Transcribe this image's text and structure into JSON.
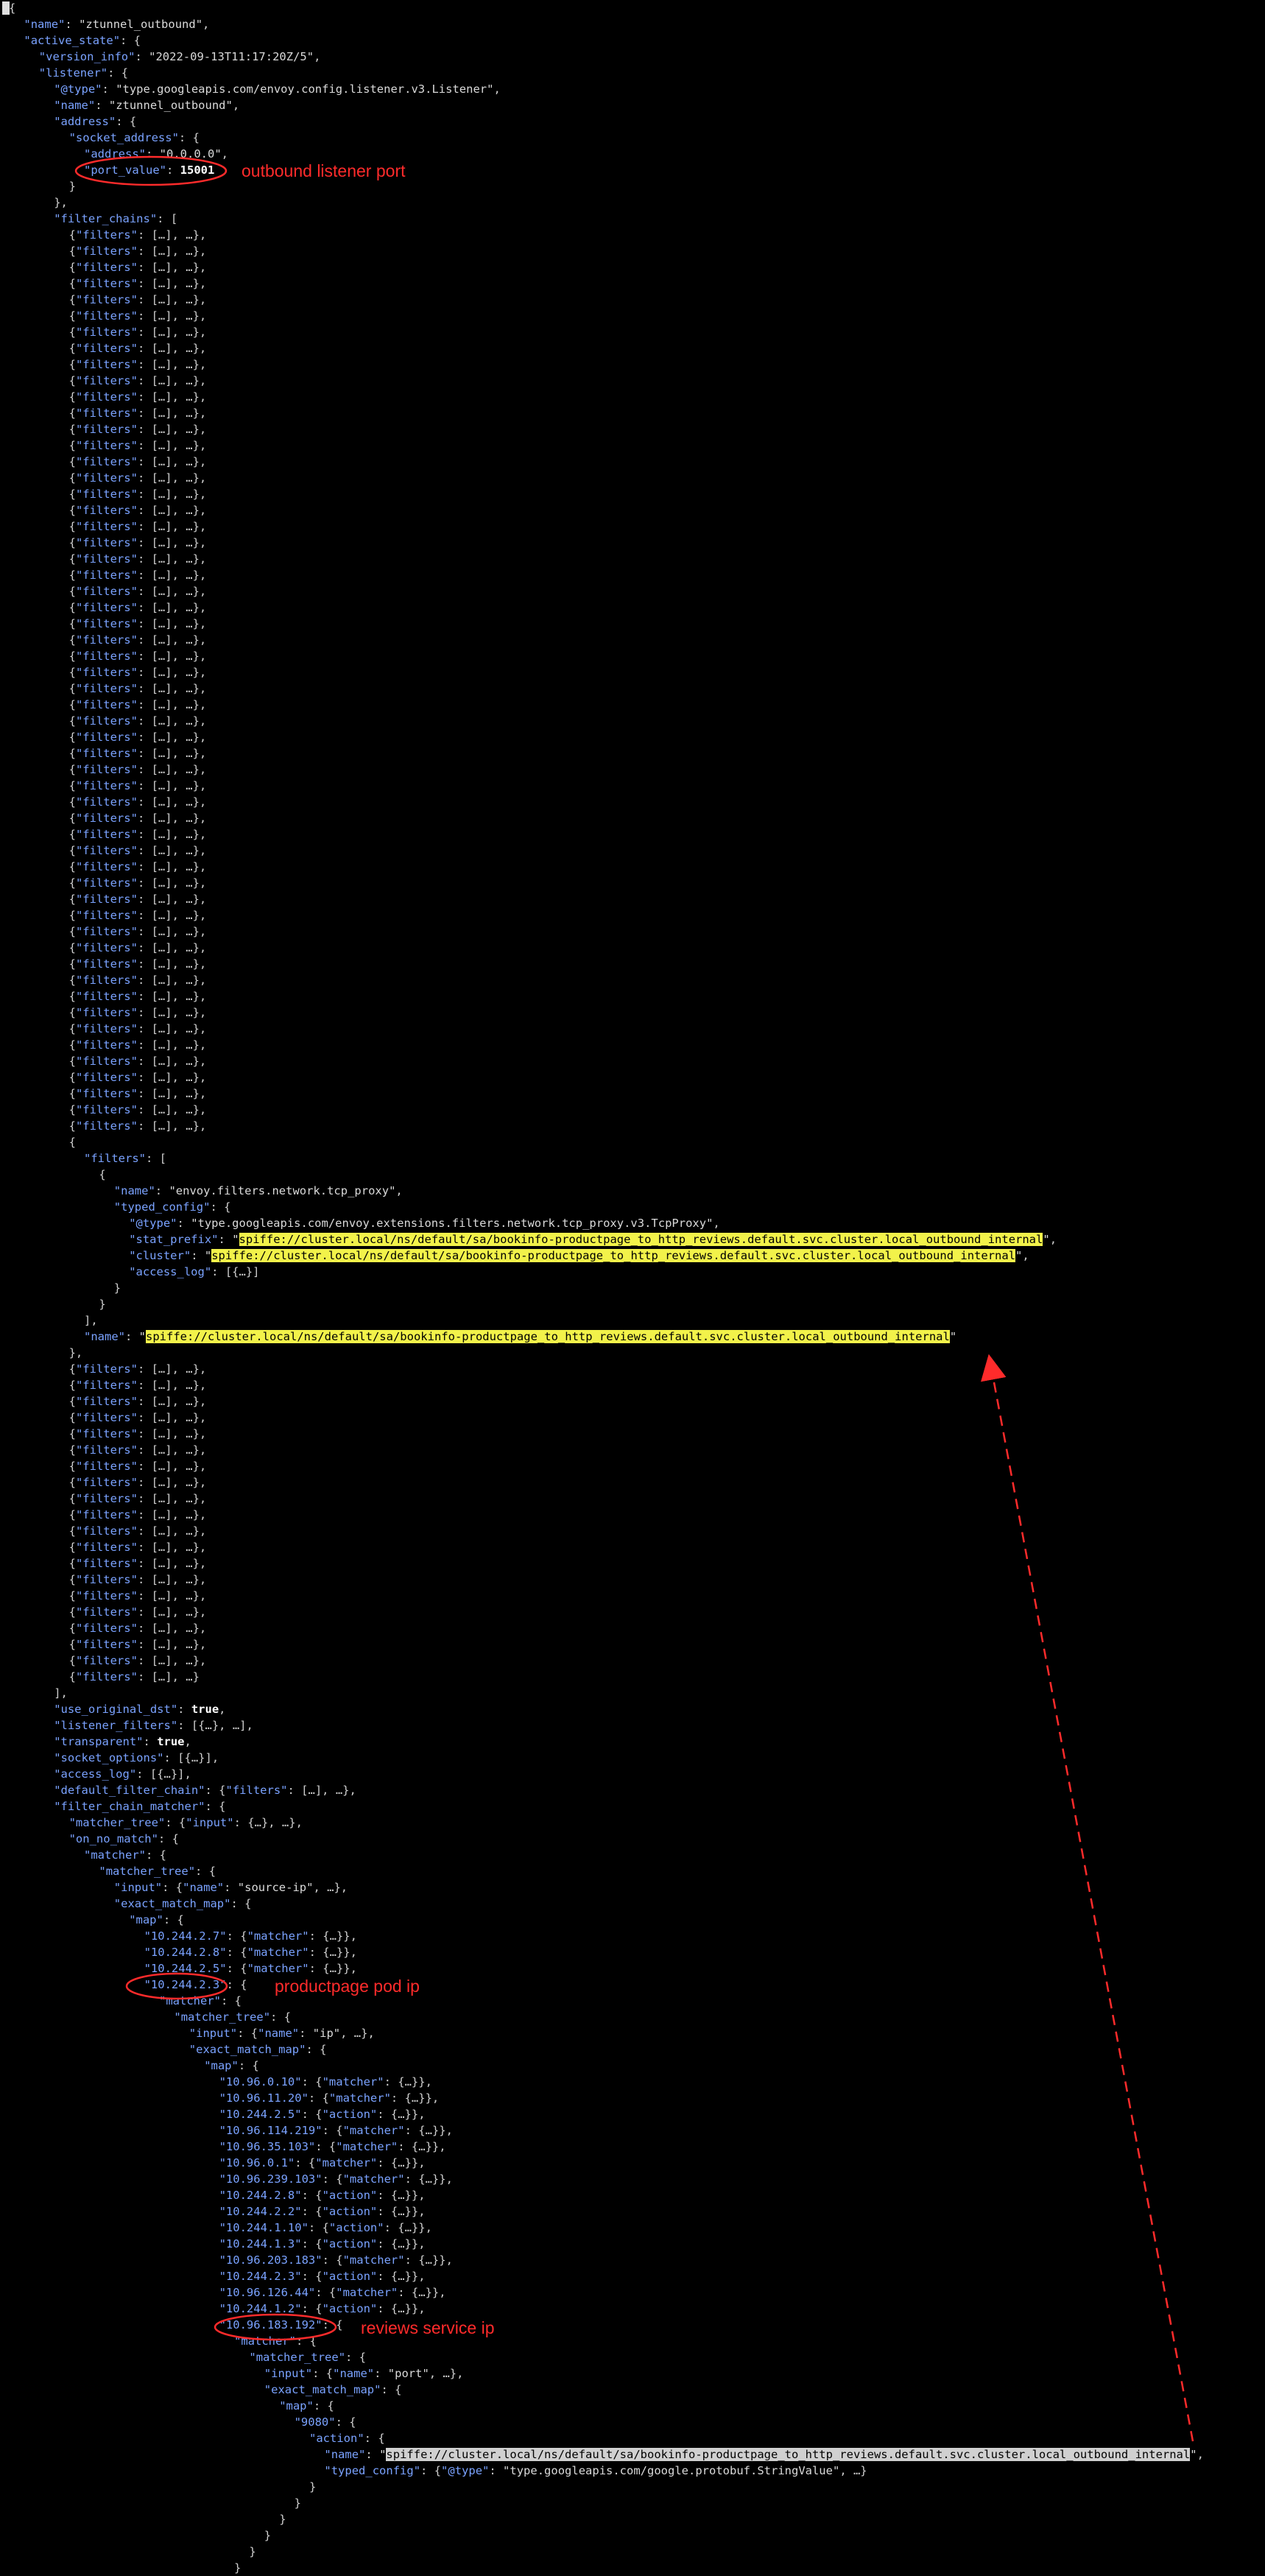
{
  "lines": [
    {
      "indent": 0,
      "parts": [
        [
          "p",
          "{"
        ]
      ]
    },
    {
      "indent": 1,
      "parts": [
        [
          "k",
          "\"name\""
        ],
        [
          "p",
          ": "
        ],
        [
          "s",
          "\"ztunnel_outbound\""
        ],
        [
          "p",
          ","
        ]
      ]
    },
    {
      "indent": 1,
      "parts": [
        [
          "k",
          "\"active_state\""
        ],
        [
          "p",
          ": {"
        ]
      ]
    },
    {
      "indent": 2,
      "parts": [
        [
          "k",
          "\"version_info\""
        ],
        [
          "p",
          ": "
        ],
        [
          "s",
          "\"2022-09-13T11:17:20Z/5\""
        ],
        [
          "p",
          ","
        ]
      ]
    },
    {
      "indent": 2,
      "parts": [
        [
          "k",
          "\"listener\""
        ],
        [
          "p",
          ": {"
        ]
      ]
    },
    {
      "indent": 3,
      "parts": [
        [
          "k",
          "\"@type\""
        ],
        [
          "p",
          ": "
        ],
        [
          "s",
          "\"type.googleapis.com/envoy.config.listener.v3.Listener\""
        ],
        [
          "p",
          ","
        ]
      ]
    },
    {
      "indent": 3,
      "parts": [
        [
          "k",
          "\"name\""
        ],
        [
          "p",
          ": "
        ],
        [
          "s",
          "\"ztunnel_outbound\""
        ],
        [
          "p",
          ","
        ]
      ]
    },
    {
      "indent": 3,
      "parts": [
        [
          "k",
          "\"address\""
        ],
        [
          "p",
          ": {"
        ]
      ]
    },
    {
      "indent": 4,
      "parts": [
        [
          "k",
          "\"socket_address\""
        ],
        [
          "p",
          ": {"
        ]
      ]
    },
    {
      "indent": 5,
      "parts": [
        [
          "k",
          "\"address\""
        ],
        [
          "p",
          ": "
        ],
        [
          "s",
          "\"0.0.0.0\""
        ],
        [
          "p",
          ","
        ]
      ]
    },
    {
      "indent": 5,
      "parts": [
        [
          "k",
          "\"port_value\""
        ],
        [
          "p",
          ": "
        ],
        [
          "n",
          "15001"
        ]
      ]
    },
    {
      "indent": 4,
      "parts": [
        [
          "p",
          "}"
        ]
      ]
    },
    {
      "indent": 3,
      "parts": [
        [
          "p",
          "},"
        ]
      ]
    },
    {
      "indent": 3,
      "parts": [
        [
          "k",
          "\"filter_chains\""
        ],
        [
          "p",
          ": ["
        ]
      ]
    },
    {
      "indent": 4,
      "repeat": 56,
      "parts": [
        [
          "p",
          "{"
        ],
        [
          "k",
          "\"filters\""
        ],
        [
          "p",
          ": […], …},"
        ]
      ]
    },
    {
      "indent": 4,
      "parts": [
        [
          "p",
          "{"
        ]
      ]
    },
    {
      "indent": 5,
      "parts": [
        [
          "k",
          "\"filters\""
        ],
        [
          "p",
          ": ["
        ]
      ]
    },
    {
      "indent": 6,
      "parts": [
        [
          "p",
          "{"
        ]
      ]
    },
    {
      "indent": 7,
      "parts": [
        [
          "k",
          "\"name\""
        ],
        [
          "p",
          ": "
        ],
        [
          "s",
          "\"envoy.filters.network.tcp_proxy\""
        ],
        [
          "p",
          ","
        ]
      ]
    },
    {
      "indent": 7,
      "parts": [
        [
          "k",
          "\"typed_config\""
        ],
        [
          "p",
          ": {"
        ]
      ]
    },
    {
      "indent": 8,
      "parts": [
        [
          "k",
          "\"@type\""
        ],
        [
          "p",
          ": "
        ],
        [
          "s",
          "\"type.googleapis.com/envoy.extensions.filters.network.tcp_proxy.v3.TcpProxy\""
        ],
        [
          "p",
          ","
        ]
      ]
    },
    {
      "indent": 8,
      "parts": [
        [
          "k",
          "\"stat_prefix\""
        ],
        [
          "p",
          ": "
        ],
        [
          "s",
          "\""
        ],
        [
          "hl",
          "spiffe://cluster.local/ns/default/sa/bookinfo-productpage_to_http_reviews.default.svc.cluster.local_outbound_internal"
        ],
        [
          "s",
          "\""
        ],
        [
          "p",
          ","
        ]
      ]
    },
    {
      "indent": 8,
      "parts": [
        [
          "k",
          "\"cluster\""
        ],
        [
          "p",
          ": "
        ],
        [
          "s",
          "\""
        ],
        [
          "hl",
          "spiffe://cluster.local/ns/default/sa/bookinfo-productpage_to_http_reviews.default.svc.cluster.local_outbound_internal"
        ],
        [
          "s",
          "\""
        ],
        [
          "p",
          ","
        ]
      ]
    },
    {
      "indent": 8,
      "parts": [
        [
          "k",
          "\"access_log\""
        ],
        [
          "p",
          ": [{…}]"
        ]
      ]
    },
    {
      "indent": 7,
      "parts": [
        [
          "p",
          "}"
        ]
      ]
    },
    {
      "indent": 6,
      "parts": [
        [
          "p",
          "}"
        ]
      ]
    },
    {
      "indent": 5,
      "parts": [
        [
          "p",
          "],"
        ]
      ]
    },
    {
      "indent": 5,
      "parts": [
        [
          "k",
          "\"name\""
        ],
        [
          "p",
          ": "
        ],
        [
          "s",
          "\""
        ],
        [
          "hl",
          "spiffe://cluster.local/ns/default/sa/bookinfo-productpage_to_http_reviews.default.svc.cluster.local_outbound_internal"
        ],
        [
          "s",
          "\""
        ]
      ]
    },
    {
      "indent": 4,
      "parts": [
        [
          "p",
          "},"
        ]
      ]
    },
    {
      "indent": 4,
      "repeat": 19,
      "parts": [
        [
          "p",
          "{"
        ],
        [
          "k",
          "\"filters\""
        ],
        [
          "p",
          ": […], …},"
        ]
      ]
    },
    {
      "indent": 4,
      "parts": [
        [
          "p",
          "{"
        ],
        [
          "k",
          "\"filters\""
        ],
        [
          "p",
          ": […], …}"
        ]
      ]
    },
    {
      "indent": 3,
      "parts": [
        [
          "p",
          "],"
        ]
      ]
    },
    {
      "indent": 3,
      "parts": [
        [
          "k",
          "\"use_original_dst\""
        ],
        [
          "p",
          ": "
        ],
        [
          "b",
          "true"
        ],
        [
          "p",
          ","
        ]
      ]
    },
    {
      "indent": 3,
      "parts": [
        [
          "k",
          "\"listener_filters\""
        ],
        [
          "p",
          ": [{…}, …],"
        ]
      ]
    },
    {
      "indent": 3,
      "parts": [
        [
          "k",
          "\"transparent\""
        ],
        [
          "p",
          ": "
        ],
        [
          "b",
          "true"
        ],
        [
          "p",
          ","
        ]
      ]
    },
    {
      "indent": 3,
      "parts": [
        [
          "k",
          "\"socket_options\""
        ],
        [
          "p",
          ": [{…}],"
        ]
      ]
    },
    {
      "indent": 3,
      "parts": [
        [
          "k",
          "\"access_log\""
        ],
        [
          "p",
          ": [{…}],"
        ]
      ]
    },
    {
      "indent": 3,
      "parts": [
        [
          "k",
          "\"default_filter_chain\""
        ],
        [
          "p",
          ": {"
        ],
        [
          "k",
          "\"filters\""
        ],
        [
          "p",
          ": […], …},"
        ]
      ]
    },
    {
      "indent": 3,
      "parts": [
        [
          "k",
          "\"filter_chain_matcher\""
        ],
        [
          "p",
          ": {"
        ]
      ]
    },
    {
      "indent": 4,
      "parts": [
        [
          "k",
          "\"matcher_tree\""
        ],
        [
          "p",
          ": {"
        ],
        [
          "k",
          "\"input\""
        ],
        [
          "p",
          ": {…}, …},"
        ]
      ]
    },
    {
      "indent": 4,
      "parts": [
        [
          "k",
          "\"on_no_match\""
        ],
        [
          "p",
          ": {"
        ]
      ]
    },
    {
      "indent": 5,
      "parts": [
        [
          "k",
          "\"matcher\""
        ],
        [
          "p",
          ": {"
        ]
      ]
    },
    {
      "indent": 6,
      "parts": [
        [
          "k",
          "\"matcher_tree\""
        ],
        [
          "p",
          ": {"
        ]
      ]
    },
    {
      "indent": 7,
      "parts": [
        [
          "k",
          "\"input\""
        ],
        [
          "p",
          ": {"
        ],
        [
          "k",
          "\"name\""
        ],
        [
          "p",
          ": "
        ],
        [
          "s",
          "\"source-ip\""
        ],
        [
          "p",
          ", …},"
        ]
      ]
    },
    {
      "indent": 7,
      "parts": [
        [
          "k",
          "\"exact_match_map\""
        ],
        [
          "p",
          ": {"
        ]
      ]
    },
    {
      "indent": 8,
      "parts": [
        [
          "k",
          "\"map\""
        ],
        [
          "p",
          ": {"
        ]
      ]
    },
    {
      "indent": 9,
      "parts": [
        [
          "k",
          "\"10.244.2.7\""
        ],
        [
          "p",
          ": {"
        ],
        [
          "k",
          "\"matcher\""
        ],
        [
          "p",
          ": {…}},"
        ]
      ]
    },
    {
      "indent": 9,
      "parts": [
        [
          "k",
          "\"10.244.2.8\""
        ],
        [
          "p",
          ": {"
        ],
        [
          "k",
          "\"matcher\""
        ],
        [
          "p",
          ": {…}},"
        ]
      ]
    },
    {
      "indent": 9,
      "parts": [
        [
          "k",
          "\"10.244.2.5\""
        ],
        [
          "p",
          ": {"
        ],
        [
          "k",
          "\"matcher\""
        ],
        [
          "p",
          ": {…}},"
        ]
      ]
    },
    {
      "indent": 9,
      "parts": [
        [
          "k",
          "\"10.244.2.3\""
        ],
        [
          "p",
          ": {"
        ]
      ]
    },
    {
      "indent": 10,
      "parts": [
        [
          "k",
          "\"matcher\""
        ],
        [
          "p",
          ": {"
        ]
      ]
    },
    {
      "indent": 11,
      "parts": [
        [
          "k",
          "\"matcher_tree\""
        ],
        [
          "p",
          ": {"
        ]
      ]
    },
    {
      "indent": 12,
      "parts": [
        [
          "k",
          "\"input\""
        ],
        [
          "p",
          ": {"
        ],
        [
          "k",
          "\"name\""
        ],
        [
          "p",
          ": "
        ],
        [
          "s",
          "\"ip\""
        ],
        [
          "p",
          ", …},"
        ]
      ]
    },
    {
      "indent": 12,
      "parts": [
        [
          "k",
          "\"exact_match_map\""
        ],
        [
          "p",
          ": {"
        ]
      ]
    },
    {
      "indent": 13,
      "parts": [
        [
          "k",
          "\"map\""
        ],
        [
          "p",
          ": {"
        ]
      ]
    },
    {
      "indent": 14,
      "parts": [
        [
          "k",
          "\"10.96.0.10\""
        ],
        [
          "p",
          ": {"
        ],
        [
          "k",
          "\"matcher\""
        ],
        [
          "p",
          ": {…}},"
        ]
      ]
    },
    {
      "indent": 14,
      "parts": [
        [
          "k",
          "\"10.96.11.20\""
        ],
        [
          "p",
          ": {"
        ],
        [
          "k",
          "\"matcher\""
        ],
        [
          "p",
          ": {…}},"
        ]
      ]
    },
    {
      "indent": 14,
      "parts": [
        [
          "k",
          "\"10.244.2.5\""
        ],
        [
          "p",
          ": {"
        ],
        [
          "k",
          "\"action\""
        ],
        [
          "p",
          ": {…}},"
        ]
      ]
    },
    {
      "indent": 14,
      "parts": [
        [
          "k",
          "\"10.96.114.219\""
        ],
        [
          "p",
          ": {"
        ],
        [
          "k",
          "\"matcher\""
        ],
        [
          "p",
          ": {…}},"
        ]
      ]
    },
    {
      "indent": 14,
      "parts": [
        [
          "k",
          "\"10.96.35.103\""
        ],
        [
          "p",
          ": {"
        ],
        [
          "k",
          "\"matcher\""
        ],
        [
          "p",
          ": {…}},"
        ]
      ]
    },
    {
      "indent": 14,
      "parts": [
        [
          "k",
          "\"10.96.0.1\""
        ],
        [
          "p",
          ": {"
        ],
        [
          "k",
          "\"matcher\""
        ],
        [
          "p",
          ": {…}},"
        ]
      ]
    },
    {
      "indent": 14,
      "parts": [
        [
          "k",
          "\"10.96.239.103\""
        ],
        [
          "p",
          ": {"
        ],
        [
          "k",
          "\"matcher\""
        ],
        [
          "p",
          ": {…}},"
        ]
      ]
    },
    {
      "indent": 14,
      "parts": [
        [
          "k",
          "\"10.244.2.8\""
        ],
        [
          "p",
          ": {"
        ],
        [
          "k",
          "\"action\""
        ],
        [
          "p",
          ": {…}},"
        ]
      ]
    },
    {
      "indent": 14,
      "parts": [
        [
          "k",
          "\"10.244.2.2\""
        ],
        [
          "p",
          ": {"
        ],
        [
          "k",
          "\"action\""
        ],
        [
          "p",
          ": {…}},"
        ]
      ]
    },
    {
      "indent": 14,
      "parts": [
        [
          "k",
          "\"10.244.1.10\""
        ],
        [
          "p",
          ": {"
        ],
        [
          "k",
          "\"action\""
        ],
        [
          "p",
          ": {…}},"
        ]
      ]
    },
    {
      "indent": 14,
      "parts": [
        [
          "k",
          "\"10.244.1.3\""
        ],
        [
          "p",
          ": {"
        ],
        [
          "k",
          "\"action\""
        ],
        [
          "p",
          ": {…}},"
        ]
      ]
    },
    {
      "indent": 14,
      "parts": [
        [
          "k",
          "\"10.96.203.183\""
        ],
        [
          "p",
          ": {"
        ],
        [
          "k",
          "\"matcher\""
        ],
        [
          "p",
          ": {…}},"
        ]
      ]
    },
    {
      "indent": 14,
      "parts": [
        [
          "k",
          "\"10.244.2.3\""
        ],
        [
          "p",
          ": {"
        ],
        [
          "k",
          "\"action\""
        ],
        [
          "p",
          ": {…}},"
        ]
      ]
    },
    {
      "indent": 14,
      "parts": [
        [
          "k",
          "\"10.96.126.44\""
        ],
        [
          "p",
          ": {"
        ],
        [
          "k",
          "\"matcher\""
        ],
        [
          "p",
          ": {…}},"
        ]
      ]
    },
    {
      "indent": 14,
      "parts": [
        [
          "k",
          "\"10.244.1.2\""
        ],
        [
          "p",
          ": {"
        ],
        [
          "k",
          "\"action\""
        ],
        [
          "p",
          ": {…}},"
        ]
      ]
    },
    {
      "indent": 14,
      "parts": [
        [
          "k",
          "\"10.96.183.192\""
        ],
        [
          "p",
          ": {"
        ]
      ]
    },
    {
      "indent": 15,
      "parts": [
        [
          "k",
          "\"matcher\""
        ],
        [
          "p",
          ": {"
        ]
      ]
    },
    {
      "indent": 16,
      "parts": [
        [
          "k",
          "\"matcher_tree\""
        ],
        [
          "p",
          ": {"
        ]
      ]
    },
    {
      "indent": 17,
      "parts": [
        [
          "k",
          "\"input\""
        ],
        [
          "p",
          ": {"
        ],
        [
          "k",
          "\"name\""
        ],
        [
          "p",
          ": "
        ],
        [
          "s",
          "\"port\""
        ],
        [
          "p",
          ", …},"
        ]
      ]
    },
    {
      "indent": 17,
      "parts": [
        [
          "k",
          "\"exact_match_map\""
        ],
        [
          "p",
          ": {"
        ]
      ]
    },
    {
      "indent": 18,
      "parts": [
        [
          "k",
          "\"map\""
        ],
        [
          "p",
          ": {"
        ]
      ]
    },
    {
      "indent": 19,
      "parts": [
        [
          "k",
          "\"9080\""
        ],
        [
          "p",
          ": {"
        ]
      ]
    },
    {
      "indent": 20,
      "parts": [
        [
          "k",
          "\"action\""
        ],
        [
          "p",
          ": {"
        ]
      ]
    },
    {
      "indent": 21,
      "parts": [
        [
          "k",
          "\"name\""
        ],
        [
          "p",
          ": "
        ],
        [
          "s",
          "\""
        ],
        [
          "hlg",
          "spiffe://cluster.local/ns/default/sa/bookinfo-productpage_to_http_reviews.default.svc.cluster.local_outbound_internal"
        ],
        [
          "s",
          "\""
        ],
        [
          "p",
          ","
        ]
      ]
    },
    {
      "indent": 21,
      "parts": [
        [
          "k",
          "\"typed_config\""
        ],
        [
          "p",
          ": {"
        ],
        [
          "k",
          "\"@type\""
        ],
        [
          "p",
          ": "
        ],
        [
          "s",
          "\"type.googleapis.com/google.protobuf.StringValue\""
        ],
        [
          "p",
          ", …}"
        ]
      ]
    },
    {
      "indent": 20,
      "parts": [
        [
          "p",
          "}"
        ]
      ]
    },
    {
      "indent": 19,
      "parts": [
        [
          "p",
          "}"
        ]
      ]
    },
    {
      "indent": 18,
      "parts": [
        [
          "p",
          "}"
        ]
      ]
    },
    {
      "indent": 17,
      "parts": [
        [
          "p",
          "}"
        ]
      ]
    },
    {
      "indent": 16,
      "parts": [
        [
          "p",
          "}"
        ]
      ]
    },
    {
      "indent": 15,
      "parts": [
        [
          "p",
          "}"
        ]
      ]
    }
  ],
  "annotations": {
    "port": "outbound listener port",
    "pod_ip": "productpage pod ip",
    "svc_ip": "reviews service ip"
  },
  "colors": {
    "key": "#7aa2ff",
    "highlight": "#f2f24a",
    "annotation": "#ff2b2b"
  }
}
